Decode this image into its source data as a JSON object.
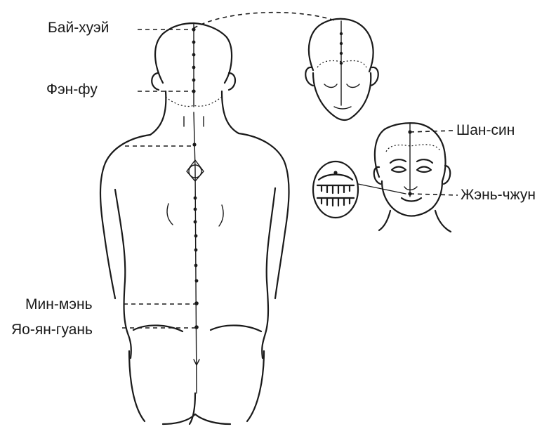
{
  "labels": {
    "bai_hui": "Бай-хуэй",
    "feng_fu": "Фэн-фу",
    "ming_men": "Мин-мэнь",
    "yao_yang_guan": "Яо-ян-гуань",
    "shang_xing": "Шан-син",
    "ren_zhong": "Жэнь-чжун"
  },
  "colors": {
    "ink": "#1a1a1a",
    "background": "#ffffff"
  }
}
